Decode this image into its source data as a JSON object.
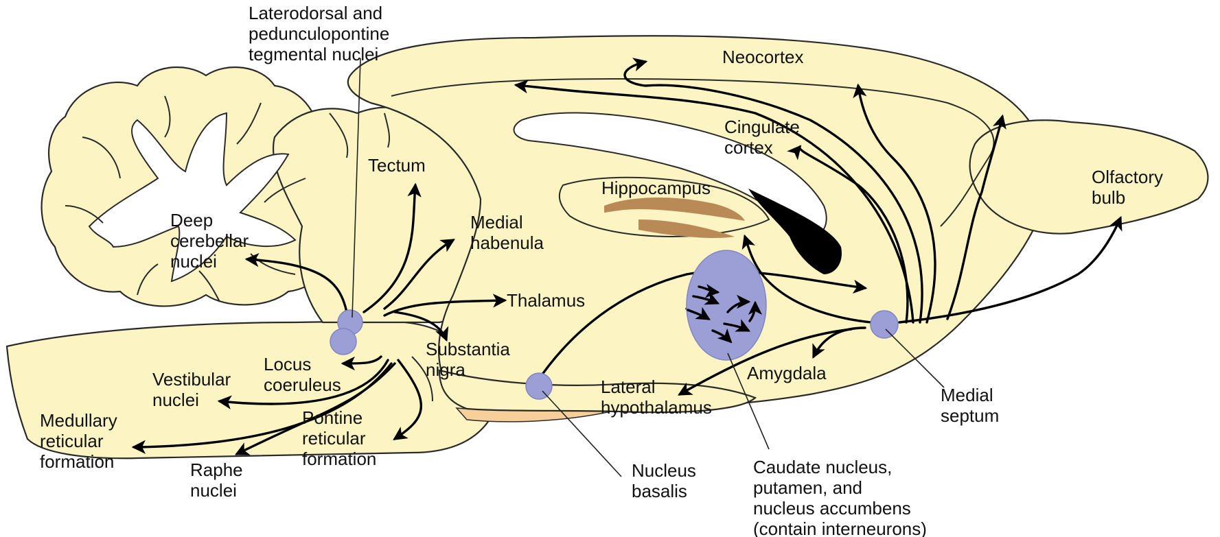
{
  "labels": {
    "ldt_ppt": [
      "Laterodorsal and",
      "pedunculopontine",
      "tegmental nuclei"
    ],
    "neocortex": [
      "Neocortex"
    ],
    "cingulate": [
      "Cingulate",
      "cortex"
    ],
    "hippocampus": [
      "Hippocampus"
    ],
    "olfactory": [
      "Olfactory",
      "bulb"
    ],
    "tectum": [
      "Tectum"
    ],
    "habenula": [
      "Medial",
      "habenula"
    ],
    "thalamus": [
      "Thalamus"
    ],
    "substantia": [
      "Substantia",
      "nigra"
    ],
    "deep_cerebellar": [
      "Deep",
      "cerebellar",
      "nuclei"
    ],
    "locus": [
      "Locus",
      "coeruleus"
    ],
    "vestibular": [
      "Vestibular",
      "nuclei"
    ],
    "medullary": [
      "Medullary",
      "reticular",
      "formation"
    ],
    "pontine": [
      "Pontine",
      "reticular",
      "formation"
    ],
    "raphe": [
      "Raphe",
      "nuclei"
    ],
    "lateral_hypo": [
      "Lateral",
      "hypothalamus"
    ],
    "amygdala": [
      "Amygdala"
    ],
    "caudate": [
      "Caudate nucleus,",
      "putamen, and",
      "nucleus accumbens",
      "(contain interneurons)"
    ],
    "medial_septum": [
      "Medial",
      "septum"
    ],
    "nucleus_basalis": [
      "Nucleus",
      "basalis"
    ]
  },
  "colors": {
    "tissue": "#fcf5c3",
    "nucleus": "#9c9fd6",
    "hippocampus_band": "#b98a55",
    "ventral_strip": "#f6cf9a",
    "pathway": "#000000"
  }
}
